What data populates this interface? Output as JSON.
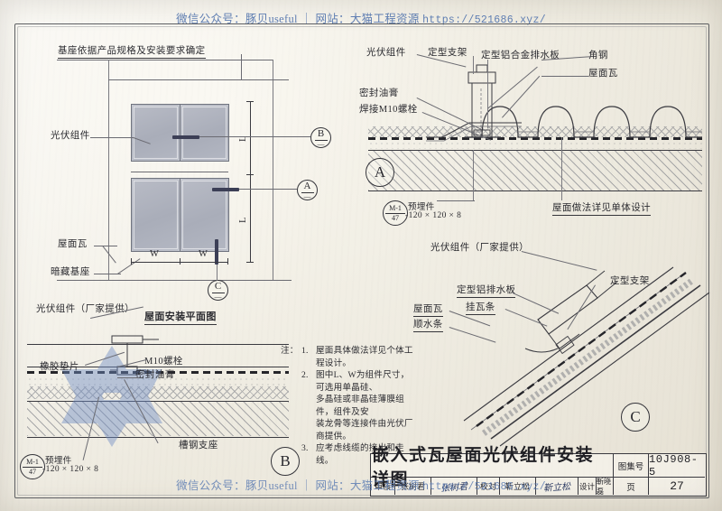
{
  "sheet": {
    "watermark": "微信公众号：豚贝useful ｜ 网站：大猫工程资源 ",
    "watermark_url": "https://521686.xyz/"
  },
  "plan_view": {
    "title": "屋面安装平面图",
    "top_note": "基座依据产品规格及安装要求确定",
    "labels": {
      "pv_module": "光伏组件",
      "roof_tile": "屋面瓦",
      "hidden_base": "暗藏基座",
      "pv_module_supplied": "光伏组件（厂家提供）"
    },
    "dimensions": {
      "w1": "W",
      "w2": "W",
      "l1": "L",
      "l2": "L"
    },
    "section_marks": {
      "b": "B",
      "a": "A"
    }
  },
  "detail_a": {
    "bubble": "A",
    "labels": {
      "pv_module": "光伏组件",
      "fixed_bracket": "定型支架",
      "alu_drain_plate": "定型铝合金排水板",
      "angle_steel": "角钢",
      "roof_tile": "屋面瓦",
      "sealant": "密封油膏",
      "welded_bolt": "焊接M10螺栓",
      "roof_note": "屋面做法详见单体设计"
    },
    "embed": {
      "code": "M-1",
      "sheet": "47",
      "name": "预埋件",
      "spec": "-120 × 120 × 8"
    }
  },
  "detail_c": {
    "bubble": "C",
    "labels": {
      "pv_module_supplied": "光伏组件（厂家提供）",
      "fixed_bracket": "定型支架",
      "alu_drain_plate": "定型铝排水板",
      "tile_batten": "挂瓦条",
      "roof_tile": "屋面瓦",
      "counter_batten": "顺水条"
    }
  },
  "detail_b": {
    "bubble": "B",
    "labels": {
      "rubber_gasket": "橡胶垫片",
      "bolt": "M10螺栓",
      "sealant": "密封油膏",
      "channel_steel_base": "槽钢支座"
    },
    "embed": {
      "code": "M-1",
      "sheet": "47",
      "name": "预埋件",
      "spec": "-120 × 120 × 8"
    }
  },
  "notes": {
    "heading": "注：",
    "items": [
      {
        "num": "1.",
        "text": "屋面具体做法详见个体工程设计。"
      },
      {
        "num": "2.",
        "text": "图中L、W为组件尺寸，可选用单晶硅、"
      },
      {
        "num": "",
        "text": "多晶硅或非晶硅薄膜组件，组件及安"
      },
      {
        "num": "",
        "text": "装龙骨等连接件由光伏厂商提供。"
      },
      {
        "num": "3.",
        "text": "应考虑线缆的接出和走线。"
      }
    ]
  },
  "title_block": {
    "drawing_title": "嵌入式瓦屋面光伏组件安装详图",
    "atlas_label": "图集号",
    "atlas_number": "10J908-5",
    "page_label": "页",
    "page_number": "27",
    "approver_label": "审核",
    "approver_name": "张树君",
    "approver_signature": "张树君",
    "checker_label": "校对",
    "checker_name": "靳立松",
    "checker_signature": "靳立松",
    "designer_label": "设计",
    "designer_name": "靳晓磊",
    "designer_signature": "靳晓磊"
  },
  "colors": {
    "paper": "#f2efe6",
    "ink": "#2b2b30",
    "watermark": "#5f7fb5",
    "panel": "#aeb2bd",
    "stamp_blue": "#6f8dc4"
  }
}
